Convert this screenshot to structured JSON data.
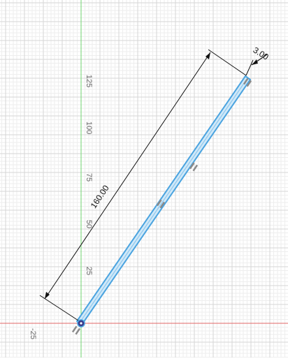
{
  "sketch": {
    "axis_ticks": [
      {
        "value": 125,
        "label": "125"
      },
      {
        "value": 100,
        "label": "100"
      },
      {
        "value": 75,
        "label": "75"
      },
      {
        "value": 50,
        "label": "50"
      },
      {
        "value": 25,
        "label": "25"
      },
      {
        "value": -25,
        "label": "-25"
      }
    ],
    "length_dimension": {
      "label": "160.00"
    },
    "width_dimension": {
      "label": "3.00"
    },
    "colors": {
      "background": "#ffffff",
      "grid_minor": "#eeeeee",
      "grid_major": "#d6d6d6",
      "x_axis": "#e06666",
      "y_axis": "#6fd36f",
      "profile_stroke": "#4aa3df",
      "profile_fill": "#cfe8f8",
      "dimension": "#111111",
      "constraint": "#8a8a8a"
    },
    "icons": {
      "origin": "origin-icon",
      "constraint": "parallel-constraint-icon"
    }
  }
}
